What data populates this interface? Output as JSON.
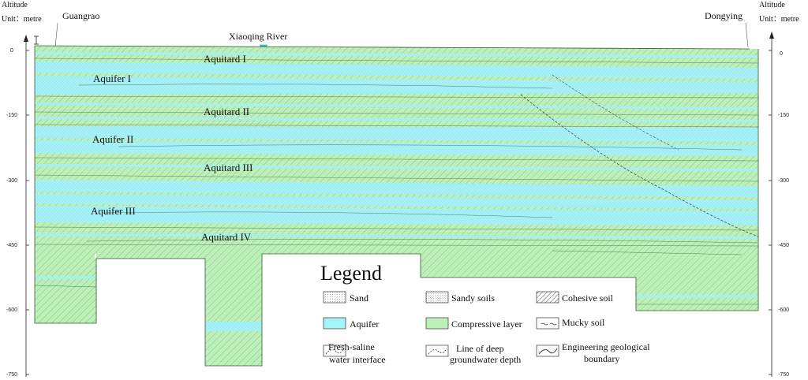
{
  "header": {
    "left_axis_title": "Altitude",
    "left_unit": "Unit：metre",
    "right_axis_title": "Altitude",
    "right_unit": "Unit：metre",
    "left_place": "Guangrao",
    "right_place": "Dongying",
    "river": "Xiaoqing River"
  },
  "axis": {
    "ticks": [
      "0",
      "-150",
      "-300",
      "-450",
      "-600",
      "-750"
    ]
  },
  "layers": {
    "aquitard_1": "Aquitard I",
    "aquifer_1": "Aquifer I",
    "aquitard_2": "Aquitard II",
    "aquifer_2": "Aquifer II",
    "aquitard_3": "Aquitard III",
    "aquifer_3": "Aquifer III",
    "aquitard_4": "Aquitard IV"
  },
  "legend": {
    "title": "Legend",
    "items": [
      {
        "label": "Sand",
        "pattern": "sand"
      },
      {
        "label": "Sandy soils",
        "pattern": "sandy"
      },
      {
        "label": "Cohesive soil",
        "pattern": "cohesive"
      },
      {
        "label": "Aquifer",
        "pattern": "aquifer"
      },
      {
        "label": "Compressive layer",
        "pattern": "compressive"
      },
      {
        "label": "Mucky soil",
        "pattern": "mucky"
      },
      {
        "label_lines": [
          "Fresh-saline",
          "water interface"
        ],
        "pattern": "dashcurve"
      },
      {
        "label_lines": [
          "Line of deep",
          "groundwater depth"
        ],
        "pattern": "dashcurve"
      },
      {
        "label_lines": [
          "Engineering geological",
          "boundary"
        ],
        "pattern": "solidcurve"
      }
    ]
  },
  "colors": {
    "aquifer": "#a6f2f8",
    "compressive": "#bdf0b8",
    "hatch": "#5a8f5c"
  }
}
